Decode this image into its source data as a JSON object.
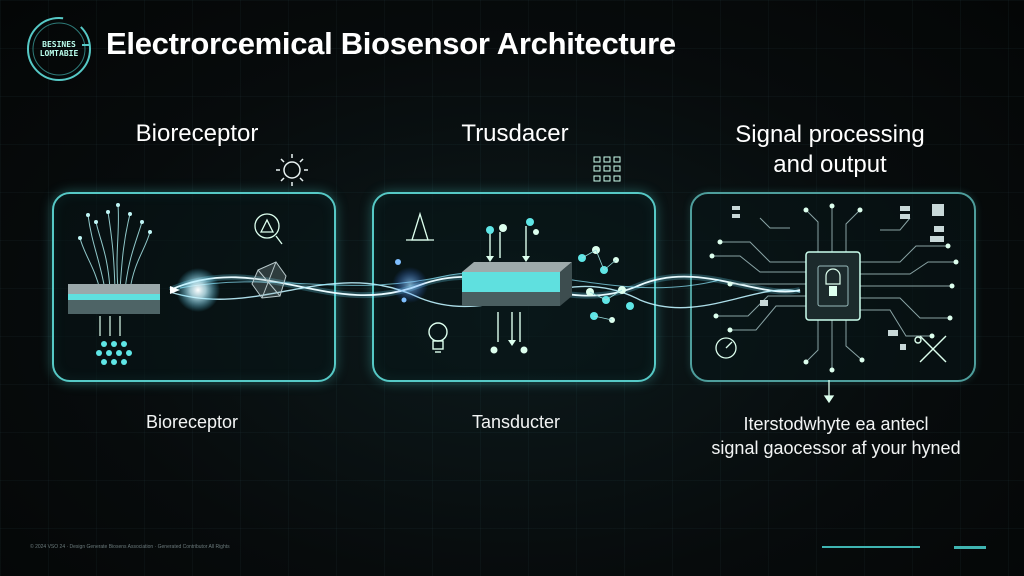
{
  "header": {
    "logo_line1": "BESINES",
    "logo_line2": "LOMTABIE",
    "title": "Electrorcemical Biosensor Architecture"
  },
  "stages": [
    {
      "title": "Bioreceptor",
      "caption": "Bioreceptor"
    },
    {
      "title": "Trusdacer",
      "caption": "Tansducter"
    },
    {
      "title_line1": "Signal processing",
      "title_line2": "and output",
      "caption_line1": "Iterstodwhyte ea antecl",
      "caption_line2": "signal gaocessor af your hyned"
    }
  ],
  "footer": {
    "text": "© 2024 VSO 24 · Design Generate Biosens Association · Generated Contributor All Rights"
  },
  "colors": {
    "accent": "#56c9c6",
    "glow": "#c9f4ff",
    "background": "#070b0c"
  }
}
